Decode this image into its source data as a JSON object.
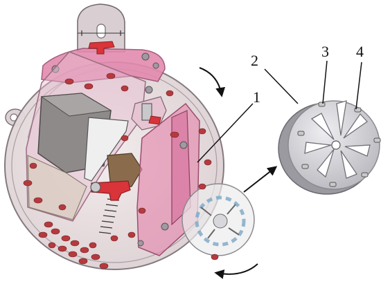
{
  "figure": {
    "callouts": [
      "1",
      "2",
      "3",
      "4"
    ],
    "colors": {
      "housing": "#e9dede",
      "housing_edge": "#7d7378",
      "pink_part": "#e38aae",
      "red_part": "#d8343a",
      "seeds": "#b53a3e",
      "hopper": "#8e8a8a",
      "brown_plate": "#8a6c4c",
      "disc": "#cfcfd3",
      "disc_edge": "#8a8a90"
    }
  }
}
